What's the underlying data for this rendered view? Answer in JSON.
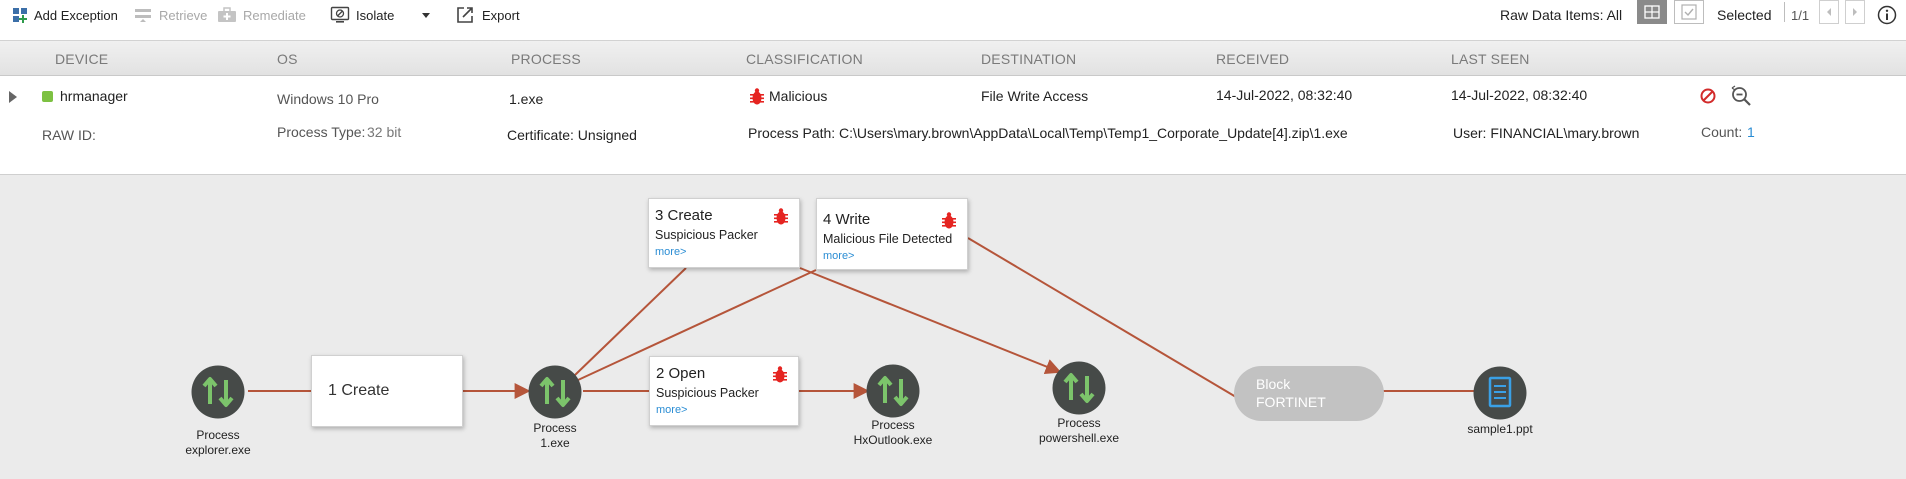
{
  "toolbar": {
    "add_exception": "Add Exception",
    "retrieve": "Retrieve",
    "remediate": "Remediate",
    "isolate": "Isolate",
    "export": "Export",
    "raw_data_items": "Raw Data Items: All",
    "selected": "Selected",
    "pager": "1/1"
  },
  "columns": {
    "device": "DEVICE",
    "os": "OS",
    "process": "PROCESS",
    "classification": "CLASSIFICATION",
    "destination": "DESTINATION",
    "received": "RECEIVED",
    "last_seen": "LAST SEEN"
  },
  "event": {
    "device": "hrmanager",
    "os": "Windows 10 Pro",
    "process": "1.exe",
    "classification": "Malicious",
    "destination": "File Write Access",
    "received": "14-Jul-2022, 08:32:40",
    "last_seen": "14-Jul-2022, 08:32:40",
    "raw_id_label": "RAW ID:",
    "process_type_label": "Process Type:",
    "process_type": "32 bit",
    "certificate": "Certificate: Unsigned",
    "process_path": "Process Path: C:\\Users\\mary.brown\\AppData\\Local\\Temp\\Temp1_Corporate_Update[4].zip\\1.exe",
    "user": "User: FINANCIAL\\mary.brown",
    "count_label": "Count:",
    "count": "1"
  },
  "graph": {
    "nodes": {
      "explorer": {
        "type": "Process",
        "name": "explorer.exe"
      },
      "p1": {
        "type": "Process",
        "name": "1.exe"
      },
      "hxoutlook": {
        "type": "Process",
        "name": "HxOutlook.exe"
      },
      "powershell": {
        "type": "Process",
        "name": "powershell.exe"
      },
      "sample": {
        "name": "sample1.ppt"
      }
    },
    "edges": {
      "create1": {
        "title": "1 Create"
      },
      "open2": {
        "title": "2 Open",
        "sub": "Suspicious Packer",
        "more": "more>"
      },
      "create3": {
        "title": "3 Create",
        "sub": "Suspicious Packer",
        "more": "more>"
      },
      "write4": {
        "title": "4 Write",
        "sub": "Malicious File Detected",
        "more": "more>"
      }
    },
    "block": {
      "line1": "Block",
      "line2": "FORTINET"
    }
  },
  "colors": {
    "edge": "#b5553a",
    "node_fill": "#464a48",
    "node_arrow": "#7cc46b",
    "malicious": "#e52421",
    "device_status": "#7dc142",
    "link": "#2a8dd4"
  }
}
